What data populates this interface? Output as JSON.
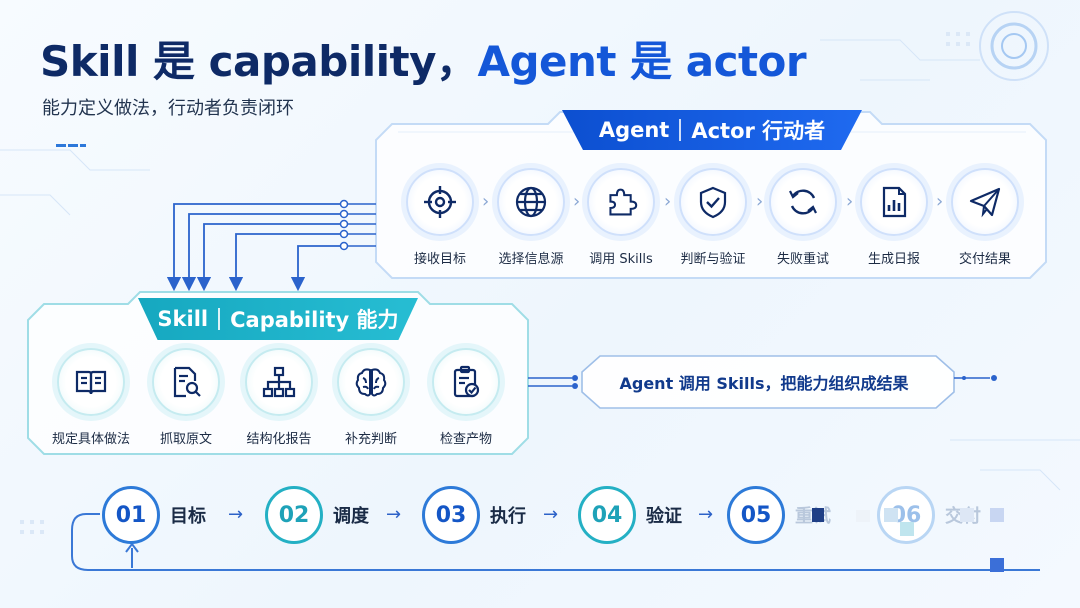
{
  "title": {
    "part1": "Skill 是 capability，",
    "part2": "Agent 是 actor"
  },
  "subtitle": "能力定义做法，行动者负责闭环",
  "agent_panel": {
    "banner_left": "Agent",
    "banner_right": "Actor 行动者",
    "steps": [
      {
        "label": "接收目标",
        "icon": "target-icon"
      },
      {
        "label": "选择信息源",
        "icon": "globe-icon"
      },
      {
        "label": "调用 Skills",
        "icon": "puzzle-icon"
      },
      {
        "label": "判断与验证",
        "icon": "shield-check-icon"
      },
      {
        "label": "失败重试",
        "icon": "refresh-icon"
      },
      {
        "label": "生成日报",
        "icon": "report-icon"
      },
      {
        "label": "交付结果",
        "icon": "paper-plane-icon"
      }
    ]
  },
  "skill_panel": {
    "banner_left": "Skill",
    "banner_right": "Capability 能力",
    "items": [
      {
        "label": "规定具体做法",
        "icon": "book-icon"
      },
      {
        "label": "抓取原文",
        "icon": "document-search-icon"
      },
      {
        "label": "结构化报告",
        "icon": "hierarchy-icon"
      },
      {
        "label": "补充判断",
        "icon": "brain-icon"
      },
      {
        "label": "检查产物",
        "icon": "clipboard-check-icon"
      }
    ]
  },
  "callout": "Agent 调用 Skills，把能力组织成结果",
  "flow": {
    "stages": [
      {
        "num": "01",
        "label": "目标"
      },
      {
        "num": "02",
        "label": "调度"
      },
      {
        "num": "03",
        "label": "执行"
      },
      {
        "num": "04",
        "label": "验证"
      },
      {
        "num": "05",
        "label": "重试"
      },
      {
        "num": "06",
        "label": "交付"
      }
    ]
  },
  "colors": {
    "navy": "#0e2a66",
    "blue": "#1457d8",
    "teal": "#1ea2b8",
    "panel_border": "#c6dcf7"
  }
}
